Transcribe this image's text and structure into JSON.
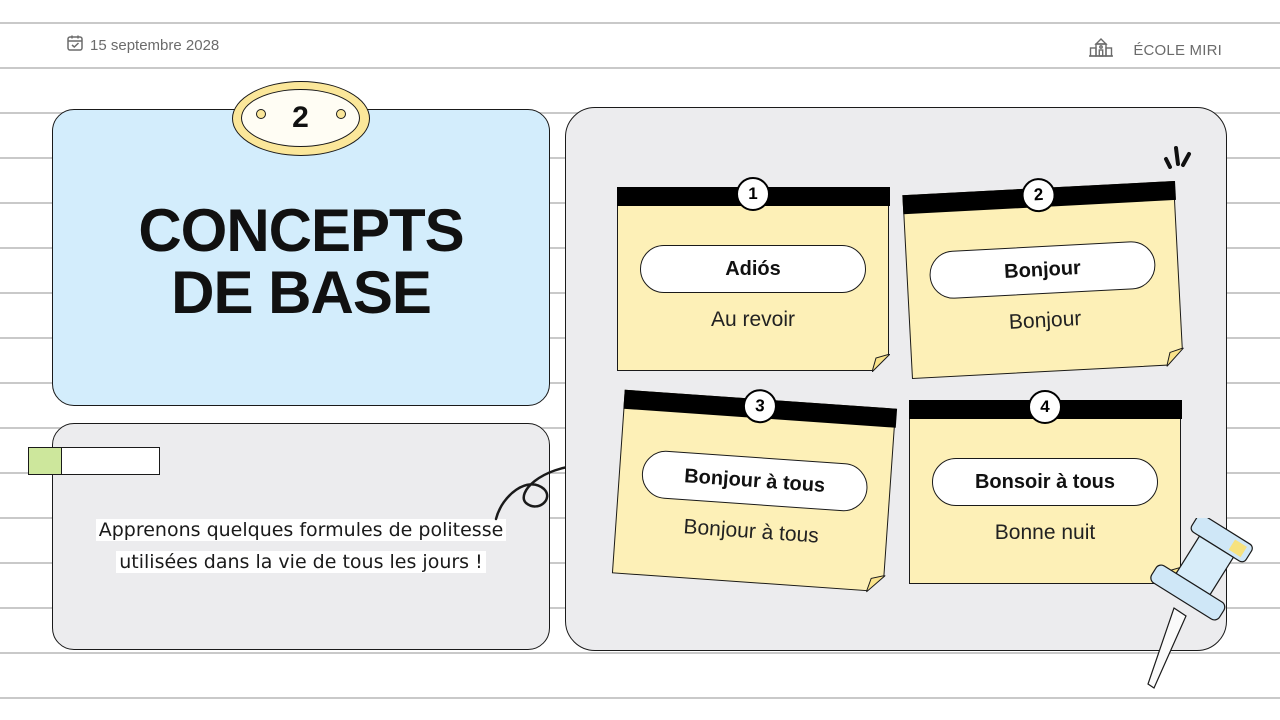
{
  "header": {
    "date": "15 septembre 2028",
    "school": "ÉCOLE MIRI"
  },
  "section": {
    "number": "2",
    "title_line1": "CONCEPTS",
    "title_line2": "DE BASE"
  },
  "description": {
    "line1": "Apprenons quelques formules de politesse",
    "line2": "utilisées dans la vie de tous les jours !"
  },
  "progress": {
    "fraction": 0.25,
    "color": "#cde79c"
  },
  "notes": [
    {
      "number": "1",
      "phrase": "Adiós",
      "translation": "Au revoir"
    },
    {
      "number": "2",
      "phrase": "Bonjour",
      "translation": "Bonjour"
    },
    {
      "number": "3",
      "phrase": "Bonjour à tous",
      "translation": "Bonjour à tous"
    },
    {
      "number": "4",
      "phrase": "Bonsoir à tous",
      "translation": "Bonne nuit"
    }
  ],
  "colors": {
    "title_card": "#d3edfc",
    "note": "#fdf0b7",
    "badge": "#fbe79a",
    "board": "#ececee"
  },
  "icons": {
    "date": "calendar-icon",
    "school": "school-building-icon",
    "decor": [
      "sparkle-icon",
      "pushpin-icon",
      "curly-arrow-icon"
    ]
  }
}
